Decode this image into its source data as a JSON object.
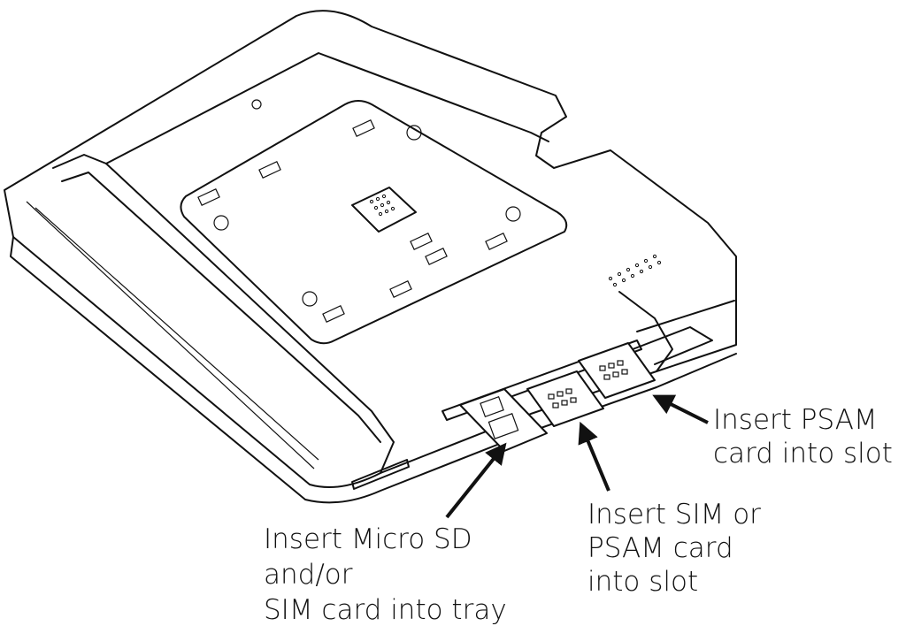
{
  "labels": {
    "psam": [
      "Insert PSAM",
      "card into slot"
    ],
    "sim_psam": [
      "Insert SIM or",
      "PSAM card",
      "into slot"
    ],
    "microsd": [
      "Insert Micro SD",
      "and/or",
      "SIM card into tray"
    ]
  }
}
